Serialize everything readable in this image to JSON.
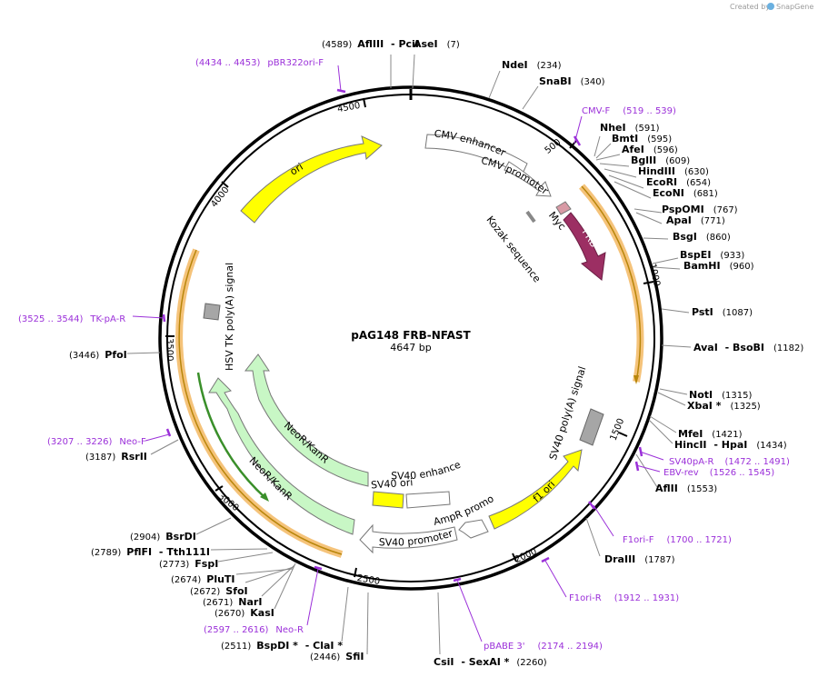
{
  "credit": {
    "text": "Created by",
    "brand": "SnapGene"
  },
  "plasmid": {
    "name": "pAG148 FRB-NFAST",
    "size": "4647 bp"
  },
  "ticks": [
    "500",
    "1000",
    "1500",
    "2000",
    "2500",
    "3000",
    "3500",
    "4000",
    "4500"
  ],
  "enzymes": [
    {
      "pos": "(4589)",
      "name": "AflIII",
      "name2": "PciI"
    },
    {
      "name": "AseI",
      "pos": "(7)"
    },
    {
      "name": "NdeI",
      "pos": "(234)"
    },
    {
      "name": "SnaBI",
      "pos": "(340)"
    },
    {
      "name": "NheI",
      "pos": "(591)"
    },
    {
      "name": "BmtI",
      "pos": "(595)"
    },
    {
      "name": "AfeI",
      "pos": "(596)"
    },
    {
      "name": "BglII",
      "pos": "(609)"
    },
    {
      "name": "HindIII",
      "pos": "(630)"
    },
    {
      "name": "EcoRI",
      "pos": "(654)"
    },
    {
      "name": "EcoNI",
      "pos": "(681)"
    },
    {
      "name": "PspOMI",
      "pos": "(767)"
    },
    {
      "name": "ApaI",
      "pos": "(771)"
    },
    {
      "name": "BsgI",
      "pos": "(860)"
    },
    {
      "name": "BspEI",
      "pos": "(933)"
    },
    {
      "name": "BamHI",
      "pos": "(960)"
    },
    {
      "name": "PstI",
      "pos": "(1087)"
    },
    {
      "name": "AvaI",
      "name2": "BsoBI",
      "pos": "(1182)"
    },
    {
      "name": "NotI",
      "pos": "(1315)"
    },
    {
      "name": "XbaI *",
      "pos": "(1325)"
    },
    {
      "name": "MfeI",
      "pos": "(1421)"
    },
    {
      "name": "HincII",
      "name2": "HpaI",
      "pos": "(1434)"
    },
    {
      "name": "AflII",
      "pos": "(1553)"
    },
    {
      "name": "DraIII",
      "pos": "(1787)"
    },
    {
      "name": "CsiI",
      "name2": "SexAI *",
      "pos": "(2260)"
    },
    {
      "pos": "(2446)",
      "name": "SfiI"
    },
    {
      "pos": "(2511)",
      "name": "BspDI *",
      "name2": "ClaI *"
    },
    {
      "pos": "(2670)",
      "name": "KasI"
    },
    {
      "pos": "(2671)",
      "name": "NarI"
    },
    {
      "pos": "(2672)",
      "name": "SfoI"
    },
    {
      "pos": "(2674)",
      "name": "PluTI"
    },
    {
      "pos": "(2773)",
      "name": "FspI"
    },
    {
      "pos": "(2789)",
      "name": "PflFI",
      "name2": "Tth111I"
    },
    {
      "pos": "(2904)",
      "name": "BsrDI"
    },
    {
      "pos": "(3187)",
      "name": "RsrII"
    },
    {
      "pos": "(3446)",
      "name": "PfoI"
    }
  ],
  "primers": [
    {
      "range": "(4434 .. 4453)",
      "name": "pBR322ori-F"
    },
    {
      "name": "CMV-F",
      "range": "(519 .. 539)"
    },
    {
      "name": "SV40pA-R",
      "range": "(1472 .. 1491)"
    },
    {
      "name": "EBV-rev",
      "range": "(1526 .. 1545)"
    },
    {
      "name": "F1ori-F",
      "range": "(1700 .. 1721)"
    },
    {
      "name": "F1ori-R",
      "range": "(1912 .. 1931)"
    },
    {
      "name": "pBABE 3'",
      "range": "(2174 .. 2194)"
    },
    {
      "range": "(2597 .. 2616)",
      "name": "Neo-R"
    },
    {
      "range": "(3207 .. 3226)",
      "name": "Neo-F"
    },
    {
      "range": "(3525 .. 3544)",
      "name": "TK-pA-R"
    }
  ],
  "features": {
    "cmv_enhancer": "CMV enhancer",
    "cmv_promoter": "CMV promoter",
    "myc": "Myc",
    "kozak": "Kozak sequence",
    "frb": "FRB",
    "sv40_polya": "SV40 poly(A) signal",
    "f1_ori": "f1 ori",
    "ampr_promoter": "AmpR promoter",
    "sv40_promoter": "SV40 promoter",
    "sv40_enhancer": "SV40 enhancer",
    "sv40_ori": "SV40 ori",
    "neor_kanr_1": "NeoR/KanR",
    "neor_kanr_2": "NeoR/KanR",
    "hsv_tk": "HSV TK poly(A) signal",
    "ori": "ori"
  },
  "colors": {
    "backbone": "#000000",
    "ori": "#ffff00",
    "frb": "#9c2f63",
    "neo": "#c8f7c5",
    "primer": "#9b30d9",
    "orf_band": "#f5c37a",
    "orf_line": "#b8860b",
    "orf_green": "#3a8f2a"
  }
}
